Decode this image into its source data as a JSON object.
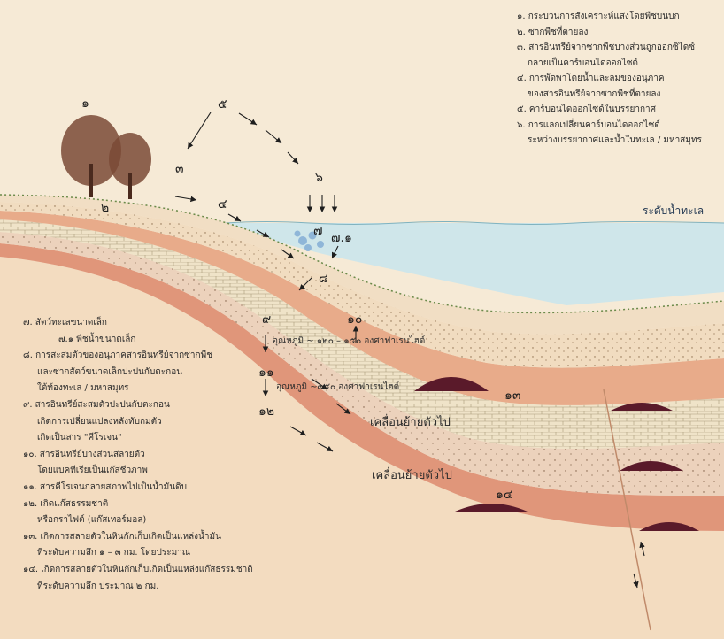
{
  "legend_top": [
    {
      "text": "๑. กระบวนการสังเคราะห์แสงโดยพืชบนบก",
      "indent": false
    },
    {
      "text": "๒. ซากพืชที่ตายลง",
      "indent": false
    },
    {
      "text": "๓. สารอินทรีย์จากซากพืชบางส่วนถูกออกซิไดซ์",
      "indent": false
    },
    {
      "text": "กลายเป็นคาร์บอนไดออกไซด์",
      "indent": true
    },
    {
      "text": "๔. การพัดพาโดยน้ำและลมของอนุภาค",
      "indent": false
    },
    {
      "text": "ของสารอินทรีย์จากซากพืชที่ตายลง",
      "indent": true
    },
    {
      "text": "๕. คาร์บอนไดออกไซด์ในบรรยากาศ",
      "indent": false
    },
    {
      "text": "๖. การแลกเปลี่ยนคาร์บอนไดออกไซด์",
      "indent": false
    },
    {
      "text": "ระหว่างบรรยากาศและน้ำในทะเล / มหาสมุทร",
      "indent": true
    }
  ],
  "legend_bottom": [
    {
      "text": "๗. สัตว์ทะเลขนาดเล็ก",
      "level": 0
    },
    {
      "text": "๗.๑ พืชน้ำขนาดเล็ก",
      "level": 2
    },
    {
      "text": "๘. การสะสมตัวของอนุภาคสารอินทรีย์จากซากพืช",
      "level": 0
    },
    {
      "text": "และซากสัตว์ขนาดเล็กปะปนกับตะกอน",
      "level": 1
    },
    {
      "text": "ใต้ท้องทะเล / มหาสมุทร",
      "level": 1
    },
    {
      "text": "๙. สารอินทรีย์สะสมตัวปะปนกับตะกอน",
      "level": 0
    },
    {
      "text": "เกิดการเปลี่ยนแปลงหลังทับถมตัว",
      "level": 1
    },
    {
      "text": "เกิดเป็นสาร \"คีโรเจน\"",
      "level": 1
    },
    {
      "text": "๑๐. สารอินทรีย์บางส่วนสลายตัว",
      "level": 0
    },
    {
      "text": "โดยแบคทีเรียเป็นแก๊สชีวภาพ",
      "level": 1
    },
    {
      "text": "๑๑. สารคีโรเจนกลายสภาพไปเป็นน้ำมันดิบ",
      "level": 0
    },
    {
      "text": "๑๒. เกิดแก๊สธรรมชาติ",
      "level": 0
    },
    {
      "text": "หรือกราไฟต์ (แก๊สเทอร์มอล)",
      "level": 1
    },
    {
      "text": "๑๓. เกิดการสลายตัวในหินกักเก็บเกิดเป็นแหล่งน้ำมัน",
      "level": 0
    },
    {
      "text": "ที่ระดับความลึก ๑ – ๓ กม. โดยประมาณ",
      "level": 1
    },
    {
      "text": "๑๔. เกิดการสลายตัวในหินกักเก็บเกิดเป็นแหล่งแก๊สธรรมชาติ",
      "level": 0
    },
    {
      "text": "ที่ระดับความลึก ประมาณ ๒ กม.",
      "level": 1
    }
  ],
  "sea_level_label": "ระดับน้ำทะเล",
  "labels": {
    "temp1": "อุณหภูมิ ~ ๑๒๐ – ๑๕๐ องศาฟาเรนไฮต์",
    "temp2": "อุณหภูมิ ~๓๕๐ องศาฟาเรนไฮต์",
    "move1": "เคลื่อนย้ายตัวไป",
    "move2": "เคลื่อนย้ายตัวไป"
  },
  "numbers": {
    "n1": "๑",
    "n2": "๒",
    "n3": "๓",
    "n4": "๔",
    "n5": "๕",
    "n6": "๖",
    "n7": "๗",
    "n71": "๗.๑",
    "n8": "๘",
    "n9": "๙",
    "n10": "๑๐",
    "n11": "๑๑",
    "n12": "๑๒",
    "n13": "๑๓",
    "n14": "๑๔"
  },
  "colors": {
    "paper": "#f6ead6",
    "sea": "#cfe6ea",
    "sand": "#f3dcc0",
    "salmon": "#e8ab8a",
    "deep_salmon": "#e0967a",
    "limestone": "#eadfc6",
    "oil_pocket": "#5a1a2a",
    "tree": "#6b3a2a"
  }
}
